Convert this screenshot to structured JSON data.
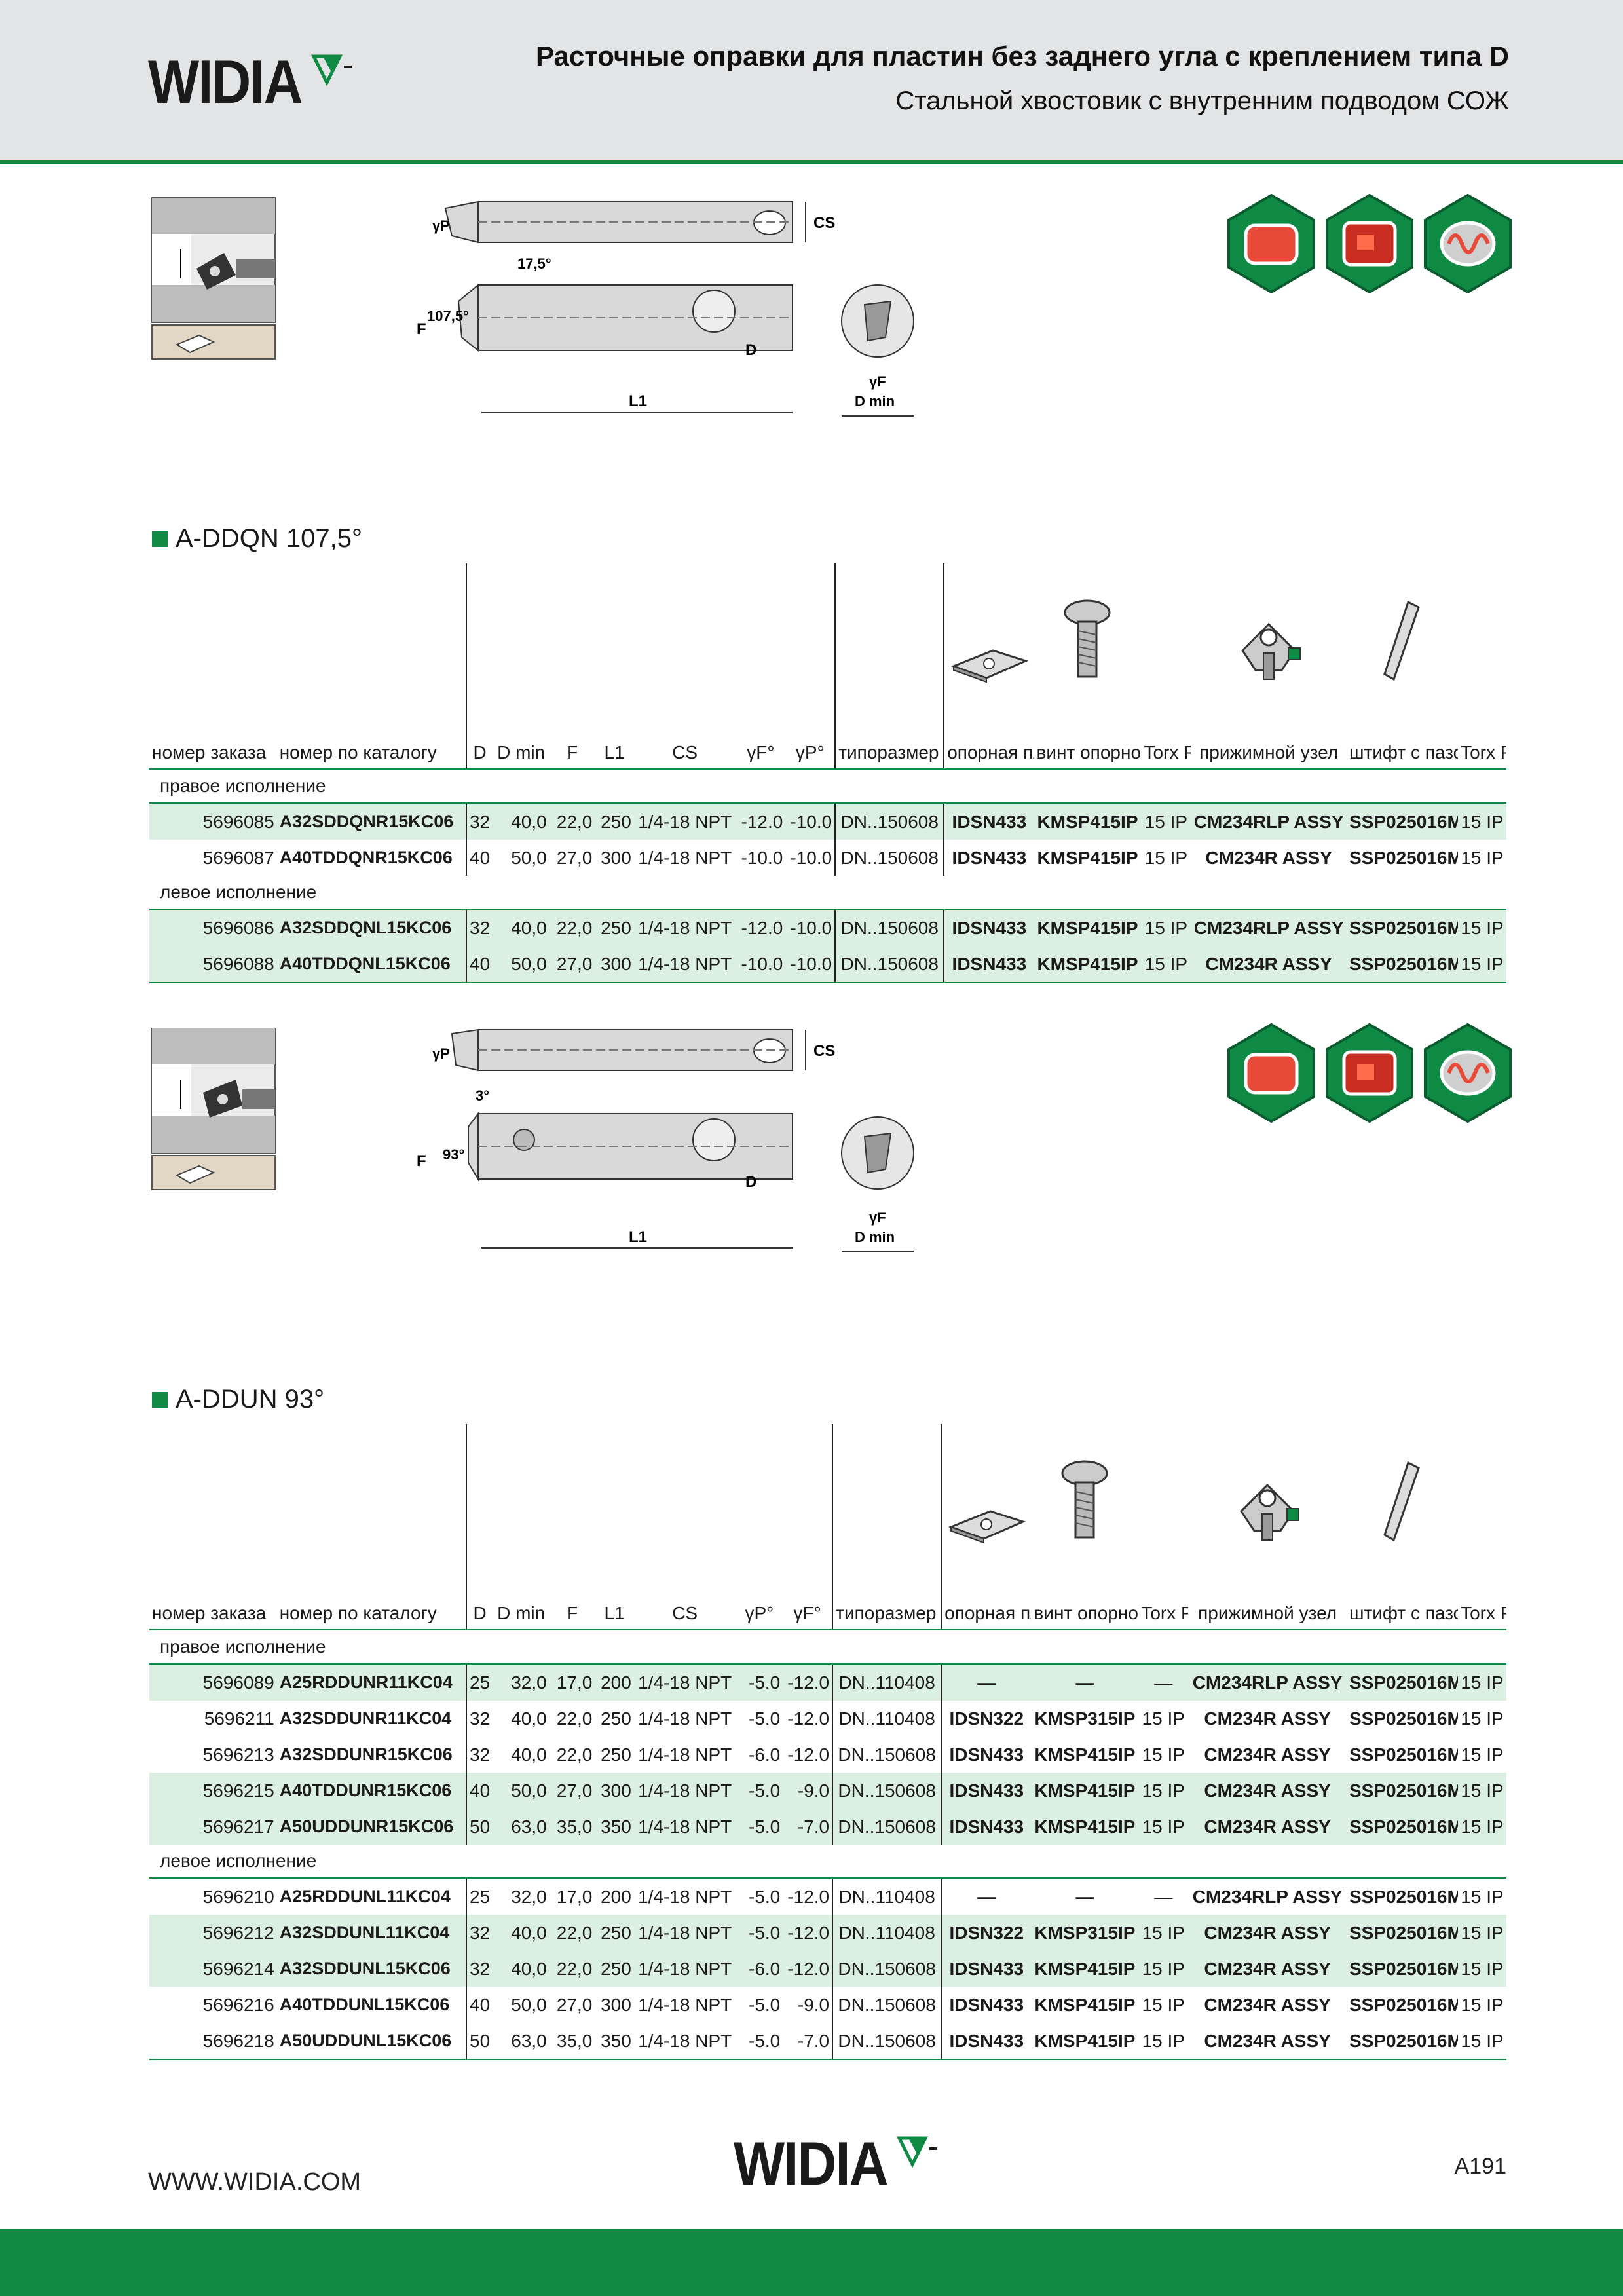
{
  "brand": {
    "name": "WIDIA"
  },
  "header": {
    "title": "Расточные оправки для пластин без заднего угла с креплением типа D",
    "subtitle": "Стальной хвостовик с внутренним подводом СОЖ"
  },
  "colors": {
    "accent": "#0f8a45",
    "header_bg": "#e3e4e5",
    "row_highlight": "#dcefe3"
  },
  "diagram1": {
    "labels": {
      "gp": "γP",
      "cs": "CS",
      "angle1": "17,5°",
      "angle2": "107,5°",
      "f": "F",
      "d": "D",
      "gf": "γF",
      "dmin": "D min",
      "l1": "L1"
    }
  },
  "diagram2": {
    "labels": {
      "gp": "γP",
      "cs": "CS",
      "angle1": "3°",
      "angle2": "93°",
      "f": "F",
      "d": "D",
      "gf": "γF",
      "dmin": "D min",
      "l1": "L1"
    }
  },
  "section1": {
    "title": "A-DDQN 107,5°",
    "columns": [
      "номер заказа",
      "номер по каталогу",
      "D",
      "D min",
      "F",
      "L1",
      "CS",
      "γF°",
      "γP°",
      "типоразмер пластины",
      "опорная пластина",
      "винт опорной пластины",
      "Torx Plus",
      "прижимной узел",
      "штифт с пазом",
      "Torx Plus"
    ],
    "groups": [
      {
        "label": "правое исполнение",
        "rows": [
          [
            "5696085",
            "A32SDDQNR15KC06",
            "32",
            "40,0",
            "22,0",
            "250",
            "1/4-18 NPT",
            "-12.0",
            "-10.0",
            "DN..150608",
            "IDSN433",
            "KMSP415IP",
            "15 IP",
            "CM234RLP ASSY",
            "SSP025016M",
            "15 IP"
          ],
          [
            "5696087",
            "A40TDDQNR15KC06",
            "40",
            "50,0",
            "27,0",
            "300",
            "1/4-18 NPT",
            "-10.0",
            "-10.0",
            "DN..150608",
            "IDSN433",
            "KMSP415IP",
            "15 IP",
            "CM234R ASSY",
            "SSP025016M",
            "15 IP"
          ]
        ]
      },
      {
        "label": "левое исполнение",
        "rows": [
          [
            "5696086",
            "A32SDDQNL15KC06",
            "32",
            "40,0",
            "22,0",
            "250",
            "1/4-18 NPT",
            "-12.0",
            "-10.0",
            "DN..150608",
            "IDSN433",
            "KMSP415IP",
            "15 IP",
            "CM234RLP ASSY",
            "SSP025016M",
            "15 IP"
          ],
          [
            "5696088",
            "A40TDDQNL15KC06",
            "40",
            "50,0",
            "27,0",
            "300",
            "1/4-18 NPT",
            "-10.0",
            "-10.0",
            "DN..150608",
            "IDSN433",
            "KMSP415IP",
            "15 IP",
            "CM234R ASSY",
            "SSP025016M",
            "15 IP"
          ]
        ]
      }
    ]
  },
  "section2": {
    "title": "A-DDUN 93°",
    "columns": [
      "номер заказа",
      "номер по каталогу",
      "D",
      "D min",
      "F",
      "L1",
      "CS",
      "γP°",
      "γF°",
      "типоразмер пластины",
      "опорная пластина",
      "винт опорной пластины",
      "Torx Plus",
      "прижимной узел",
      "штифт с пазом",
      "Torx Plus"
    ],
    "groups": [
      {
        "label": "правое исполнение",
        "rows": [
          [
            "5696089",
            "A25RDDUNR11KC04",
            "25",
            "32,0",
            "17,0",
            "200",
            "1/4-18 NPT",
            "-5.0",
            "-12.0",
            "DN..110408",
            "—",
            "—",
            "—",
            "CM234RLP ASSY",
            "SSP025016M",
            "15 IP"
          ],
          [
            "5696211",
            "A32SDDUNR11KC04",
            "32",
            "40,0",
            "22,0",
            "250",
            "1/4-18 NPT",
            "-5.0",
            "-12.0",
            "DN..110408",
            "IDSN322",
            "KMSP315IP",
            "15 IP",
            "CM234R ASSY",
            "SSP025016M",
            "15 IP"
          ],
          [
            "5696213",
            "A32SDDUNR15KC06",
            "32",
            "40,0",
            "22,0",
            "250",
            "1/4-18 NPT",
            "-6.0",
            "-12.0",
            "DN..150608",
            "IDSN433",
            "KMSP415IP",
            "15 IP",
            "CM234R ASSY",
            "SSP025016M",
            "15 IP"
          ],
          [
            "5696215",
            "A40TDDUNR15KC06",
            "40",
            "50,0",
            "27,0",
            "300",
            "1/4-18 NPT",
            "-5.0",
            "-9.0",
            "DN..150608",
            "IDSN433",
            "KMSP415IP",
            "15 IP",
            "CM234R ASSY",
            "SSP025016M",
            "15 IP"
          ],
          [
            "5696217",
            "A50UDDUNR15KC06",
            "50",
            "63,0",
            "35,0",
            "350",
            "1/4-18 NPT",
            "-5.0",
            "-7.0",
            "DN..150608",
            "IDSN433",
            "KMSP415IP",
            "15 IP",
            "CM234R ASSY",
            "SSP025016M",
            "15 IP"
          ]
        ]
      },
      {
        "label": "левое исполнение",
        "rows": [
          [
            "5696210",
            "A25RDDUNL11KC04",
            "25",
            "32,0",
            "17,0",
            "200",
            "1/4-18 NPT",
            "-5.0",
            "-12.0",
            "DN..110408",
            "—",
            "—",
            "—",
            "CM234RLP ASSY",
            "SSP025016M",
            "15 IP"
          ],
          [
            "5696212",
            "A32SDDUNL11KC04",
            "32",
            "40,0",
            "22,0",
            "250",
            "1/4-18 NPT",
            "-5.0",
            "-12.0",
            "DN..110408",
            "IDSN322",
            "KMSP315IP",
            "15 IP",
            "CM234R ASSY",
            "SSP025016M",
            "15 IP"
          ],
          [
            "5696214",
            "A32SDDUNL15KC06",
            "32",
            "40,0",
            "22,0",
            "250",
            "1/4-18 NPT",
            "-6.0",
            "-12.0",
            "DN..150608",
            "IDSN433",
            "KMSP415IP",
            "15 IP",
            "CM234R ASSY",
            "SSP025016M",
            "15 IP"
          ],
          [
            "5696216",
            "A40TDDUNL15KC06",
            "40",
            "50,0",
            "27,0",
            "300",
            "1/4-18 NPT",
            "-5.0",
            "-9.0",
            "DN..150608",
            "IDSN433",
            "KMSP415IP",
            "15 IP",
            "CM234R ASSY",
            "SSP025016M",
            "15 IP"
          ],
          [
            "5696218",
            "A50UDDUNL15KC06",
            "50",
            "63,0",
            "35,0",
            "350",
            "1/4-18 NPT",
            "-5.0",
            "-7.0",
            "DN..150608",
            "IDSN433",
            "KMSP415IP",
            "15 IP",
            "CM234R ASSY",
            "SSP025016M",
            "15 IP"
          ]
        ]
      }
    ]
  },
  "footer": {
    "url": "WWW.WIDIA.COM",
    "page": "A191"
  }
}
